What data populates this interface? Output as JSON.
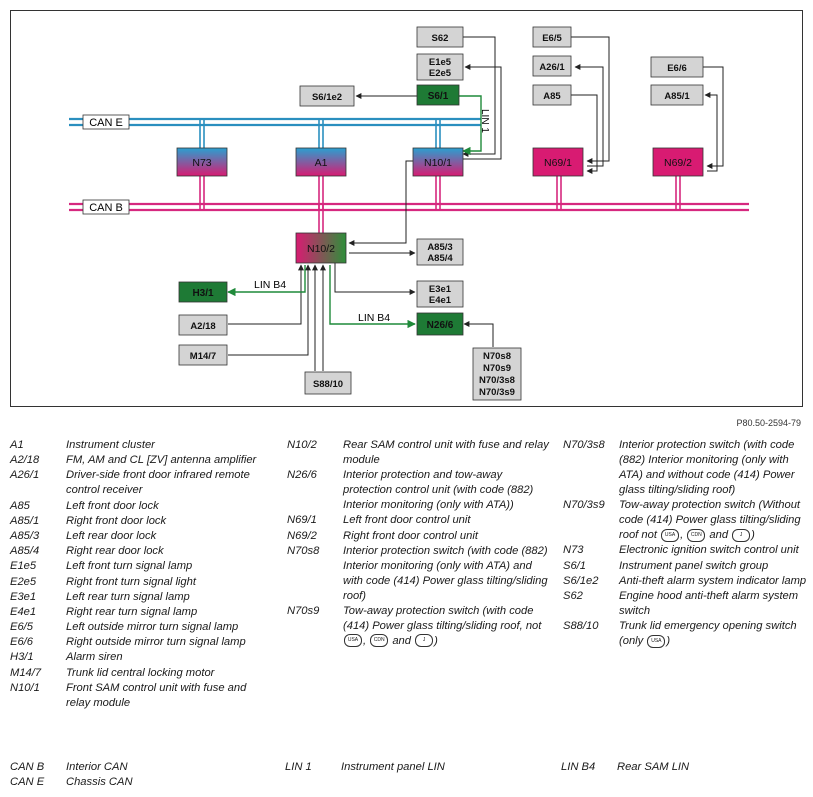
{
  "diagram": {
    "boxes": {
      "N73": "N73",
      "A1": "A1",
      "N10_1": "N10/1",
      "N69_1": "N69/1",
      "N69_2": "N69/2",
      "N10_2": "N10/2",
      "H3_1": "H3/1",
      "A2_18": "A2/18",
      "M14_7": "M14/7",
      "S88_10": "S88/10",
      "N26_6": "N26/6",
      "S62": "S62",
      "E1e5": "E1e5",
      "E2e5": "E2e5",
      "S6_1": "S6/1",
      "S6_1e2": "S6/1e2",
      "E6_5": "E6/5",
      "A26_1": "A26/1",
      "A85": "A85",
      "E6_6": "E6/6",
      "A85_1": "A85/1",
      "A85_3": "A85/3",
      "A85_4": "A85/4",
      "E3e1": "E3e1",
      "E4e1": "E4e1",
      "N70s8": "N70s8",
      "N70s9": "N70s9",
      "N70_3s8": "N70/3s8",
      "N70_3s9": "N70/3s9"
    },
    "bus_labels": {
      "can_e": "CAN E",
      "can_b": "CAN B",
      "lin1": "LIN 1",
      "linb4_top": "LIN B4",
      "linb4_bottom": "LIN B4"
    },
    "colors": {
      "can_e": "#2a8fbf",
      "can_b": "#d6287f",
      "lin": "#1f8a3a",
      "box_grey": "#d4d4d4",
      "box_green": "#1e7a35",
      "box_magenta": "#d81b72"
    }
  },
  "reference": "P80.50-2594-79",
  "legend": {
    "col1": [
      {
        "code": "A1",
        "desc": "Instrument cluster"
      },
      {
        "code": "A2/18",
        "desc": "FM, AM and CL [ZV] antenna amplifier"
      },
      {
        "code": "A26/1",
        "desc": "Driver-side front door infrared remote control receiver"
      },
      {
        "code": "A85",
        "desc": "Left front door lock"
      },
      {
        "code": "A85/1",
        "desc": "Right front door lock"
      },
      {
        "code": "A85/3",
        "desc": "Left rear door lock"
      },
      {
        "code": "A85/4",
        "desc": "Right rear door lock"
      },
      {
        "code": "E1e5",
        "desc": "Left front turn signal lamp"
      },
      {
        "code": "E2e5",
        "desc": "Right front turn signal light"
      },
      {
        "code": "E3e1",
        "desc": "Left rear turn signal lamp"
      },
      {
        "code": "E4e1",
        "desc": "Right rear turn signal lamp"
      },
      {
        "code": "E6/5",
        "desc": "Left outside mirror turn signal lamp"
      },
      {
        "code": "E6/6",
        "desc": "Right outside mirror turn signal lamp"
      },
      {
        "code": "H3/1",
        "desc": "Alarm siren"
      },
      {
        "code": "M14/7",
        "desc": "Trunk lid central locking motor"
      },
      {
        "code": "N10/1",
        "desc": "Front SAM control unit with fuse and relay module"
      }
    ],
    "col2": [
      {
        "code": "N10/2",
        "desc": "Rear SAM control unit with fuse and relay module"
      },
      {
        "code": "N26/6",
        "desc": "Interior protection and tow-away protection control unit (with code (882) Interior monitoring (only with ATA))"
      },
      {
        "code": "N69/1",
        "desc": "Left front door control unit"
      },
      {
        "code": "N69/2",
        "desc": "Right front door control unit"
      },
      {
        "code": "N70s8",
        "desc": "Interior protection switch (with code (882) Interior monitoring (only with ATA) and with code (414) Power glass tilting/sliding roof)"
      },
      {
        "code": "N70s9",
        "desc": "Tow-away protection switch (with code (414) Power glass tilting/sliding roof, not",
        "symbols": [
          "USA",
          "CDN"
        ],
        "tail": "and",
        "tail_symbol": "J",
        "end": ")"
      }
    ],
    "col3": [
      {
        "code": "N70/3s8",
        "desc": "Interior protection switch (with code (882) Interior monitoring (only with ATA) and without code (414) Power glass tilting/sliding roof)"
      },
      {
        "code": "N70/3s9",
        "desc": "Tow-away protection switch (Without code (414) Power glass tilting/sliding roof not",
        "symbols": [
          "USA",
          "CDN"
        ],
        "tail": "and",
        "tail_symbol": "J",
        "end": ")"
      },
      {
        "code": "N73",
        "desc": "Electronic ignition switch control unit"
      },
      {
        "code": "S6/1",
        "desc": "Instrument panel switch group"
      },
      {
        "code": "S6/1e2",
        "desc": "Anti-theft alarm system indicator lamp"
      },
      {
        "code": "S62",
        "desc": "Engine hood anti-theft alarm system switch"
      },
      {
        "code": "S88/10",
        "desc": "Trunk lid emergency opening switch (only",
        "symbols": [
          "USA"
        ],
        "end": ")"
      }
    ]
  },
  "bus_legend": {
    "can_b_code": "CAN B",
    "can_b_desc": "Interior CAN",
    "can_e_code": "CAN E",
    "can_e_desc": "Chassis CAN",
    "lin1_code": "LIN 1",
    "lin1_desc": "Instrument panel LIN",
    "linb4_code": "LIN B4",
    "linb4_desc": "Rear SAM LIN"
  }
}
